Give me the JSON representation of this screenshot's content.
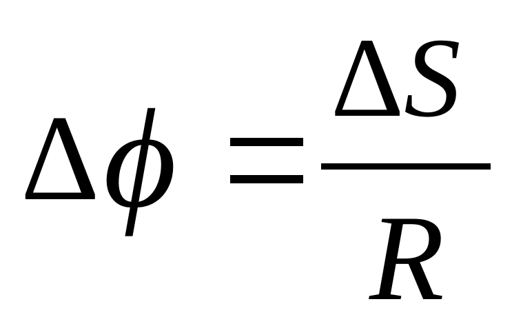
{
  "equation": {
    "lhs_delta": "Δ",
    "lhs_symbol": "ϕ",
    "numerator_delta": "Δ",
    "numerator_symbol": "S",
    "denominator": "R"
  }
}
